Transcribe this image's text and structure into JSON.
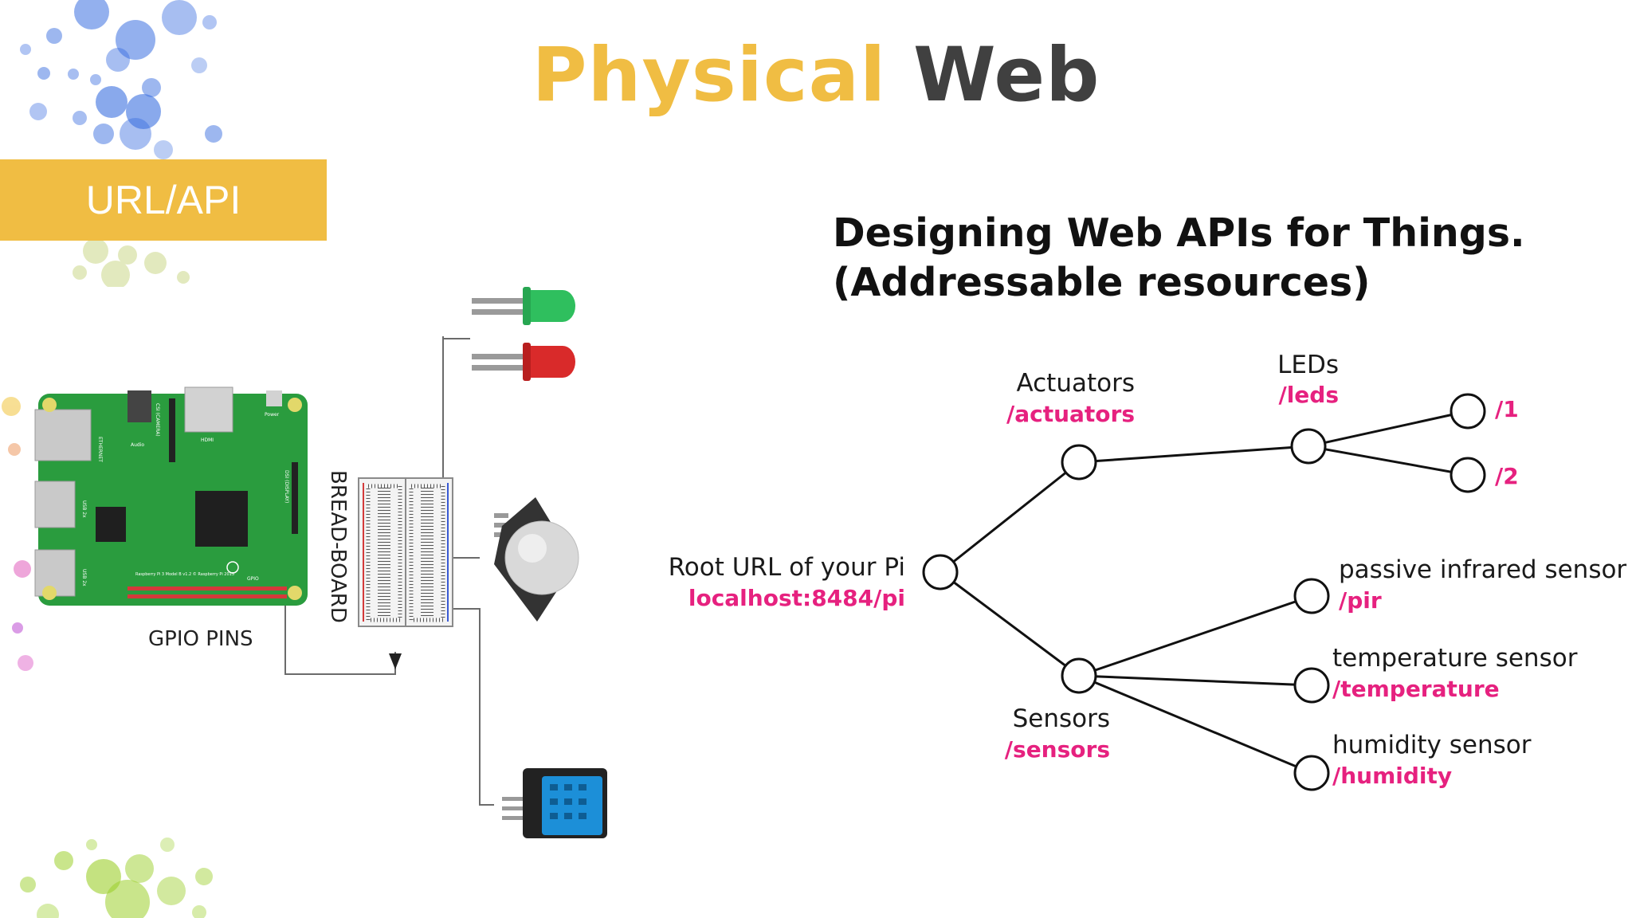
{
  "title": {
    "part1": "Physical",
    "part2": "Web"
  },
  "section_tab": {
    "label": "URL/API"
  },
  "subtitle": {
    "line1": "Designing Web APIs for Things.",
    "line2": "(Addressable resources)"
  },
  "hardware": {
    "gpio_label": "GPIO PINS",
    "breadboard_label": "BREAD-BOARD",
    "board_labels": {
      "ethernet": "ETHERNET",
      "usb1": "USB 2x",
      "usb2": "USB 2x",
      "audio": "Audio",
      "hdmi": "HDMI",
      "power": "Power",
      "camera": "CSI (CAMERA)",
      "display": "DSI (DISPLAY)",
      "copyright": "Raspberry Pi 3 Model B v1.2 © Raspberry Pi 2015",
      "gpio": "GPIO"
    }
  },
  "tree": {
    "root": {
      "name": "Root URL of your Pi",
      "path": "localhost:8484/pi"
    },
    "actuators": {
      "name": "Actuators",
      "path": "/actuators"
    },
    "leds": {
      "name": "LEDs",
      "path": "/leds"
    },
    "led1": {
      "path": "/1"
    },
    "led2": {
      "path": "/2"
    },
    "sensors": {
      "name": "Sensors",
      "path": "/sensors"
    },
    "pir": {
      "name": "passive infrared sensor",
      "path": "/pir"
    },
    "temperature": {
      "name": "temperature sensor",
      "path": "/temperature"
    },
    "humidity": {
      "name": "humidity sensor",
      "path": "/humidity"
    }
  },
  "colors": {
    "accent": "#f0bd43",
    "title_dark": "#404040",
    "path_pink": "#e6217f",
    "board_green": "#2a9c3e",
    "led_green": "#2fbf5e",
    "led_red": "#d92a2a",
    "sensor_blue": "#1c8fd8"
  },
  "icons": [
    "bokeh-dots-blue",
    "bokeh-dots-green",
    "raspberry-pi-board-icon",
    "breadboard-icon",
    "green-led-icon",
    "red-led-icon",
    "pir-sensor-icon",
    "dht-sensor-icon",
    "arrow-down-icon"
  ]
}
